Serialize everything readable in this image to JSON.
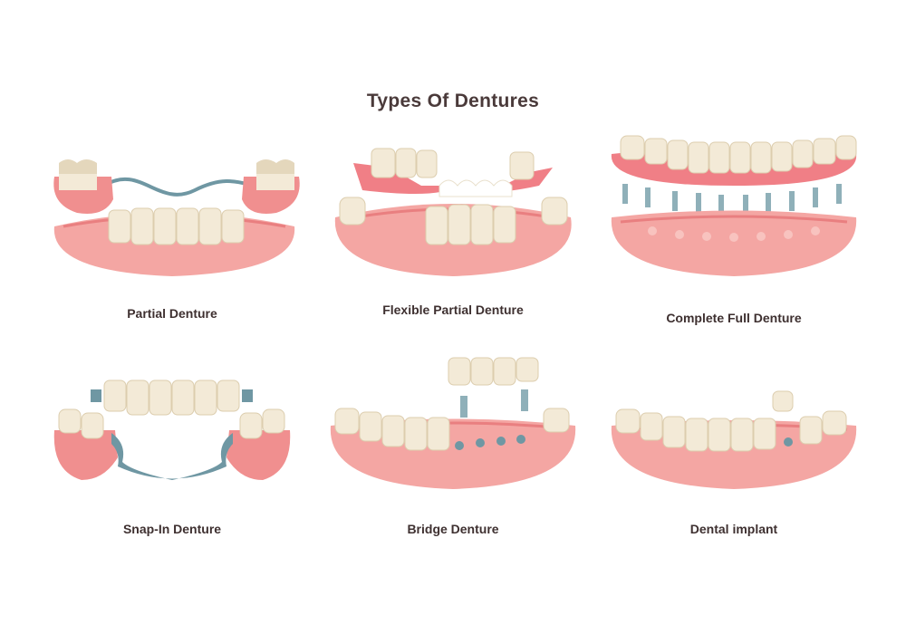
{
  "title": "Types Of  Dentures",
  "dentures": [
    {
      "label": "Partial Denture"
    },
    {
      "label": "Flexible Partial Denture"
    },
    {
      "label": "Complete Full Denture"
    },
    {
      "label": "Snap-In Denture"
    },
    {
      "label": "Bridge Denture"
    },
    {
      "label": "Dental implant"
    }
  ],
  "colors": {
    "gum": "#f3a5a2",
    "gum_dark": "#e97f80",
    "gum_light": "#f8c3bf",
    "tooth": "#f3ead7",
    "tooth_shade": "#dccdae",
    "metal": "#6f97a3",
    "metal_light": "#9bb9c1",
    "text": "#3e3030"
  }
}
